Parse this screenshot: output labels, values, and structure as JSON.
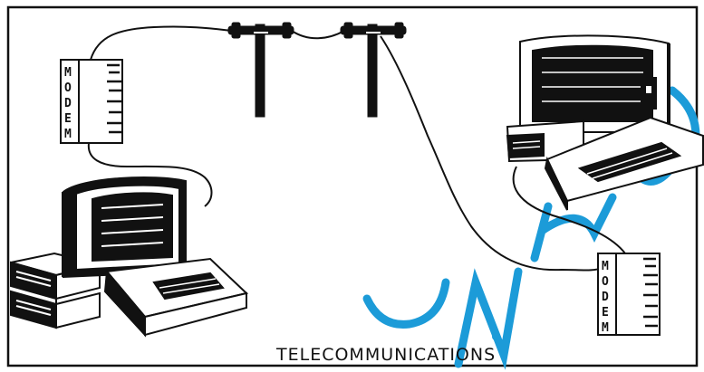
{
  "diagram": {
    "caption": "TELECOMMUNICATIONS",
    "modem_left": {
      "letters": [
        "M",
        "O",
        "D",
        "E",
        "M"
      ]
    },
    "modem_right": {
      "letters": [
        "M",
        "O",
        "D",
        "E",
        "M"
      ]
    },
    "colors": {
      "ink": "#111111",
      "paper": "#ffffff",
      "watermark": "#1c9bd8"
    }
  }
}
